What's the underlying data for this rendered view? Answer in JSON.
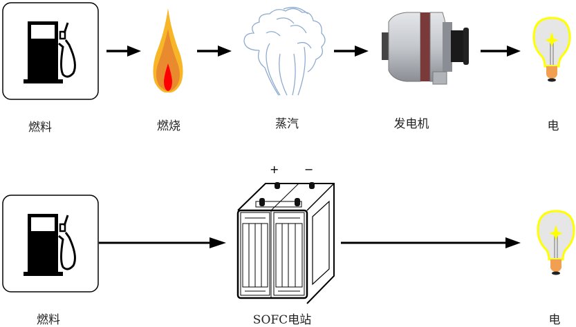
{
  "rows": [
    {
      "name": "conventional",
      "nodes": [
        {
          "id": "fuel",
          "label": "燃料",
          "icon": "fuel-pump-icon"
        },
        {
          "id": "combustion",
          "label": "燃烧",
          "icon": "flame-icon"
        },
        {
          "id": "steam",
          "label": "蒸汽",
          "icon": "steam-cloud-icon"
        },
        {
          "id": "generator",
          "label": "发电机",
          "icon": "generator-icon"
        },
        {
          "id": "electricity",
          "label": "电",
          "icon": "light-bulb-icon"
        }
      ]
    },
    {
      "name": "sofc",
      "nodes": [
        {
          "id": "fuel",
          "label": "燃料",
          "icon": "fuel-pump-icon"
        },
        {
          "id": "sofc-station",
          "label": "SOFC电站",
          "icon": "fuel-cell-stack-icon"
        },
        {
          "id": "electricity",
          "label": "电",
          "icon": "light-bulb-icon"
        }
      ],
      "terminals": {
        "positive": "+",
        "negative": "−"
      }
    }
  ],
  "colors": {
    "arrow": "#000000",
    "flame_outer": "#f7b528",
    "flame_mid": "#ea8a2e",
    "flame_inner": "#ff0000",
    "steam": "#8eaad0",
    "bulb_glow": "#ffff00",
    "bulb_base": "#f0a050"
  }
}
